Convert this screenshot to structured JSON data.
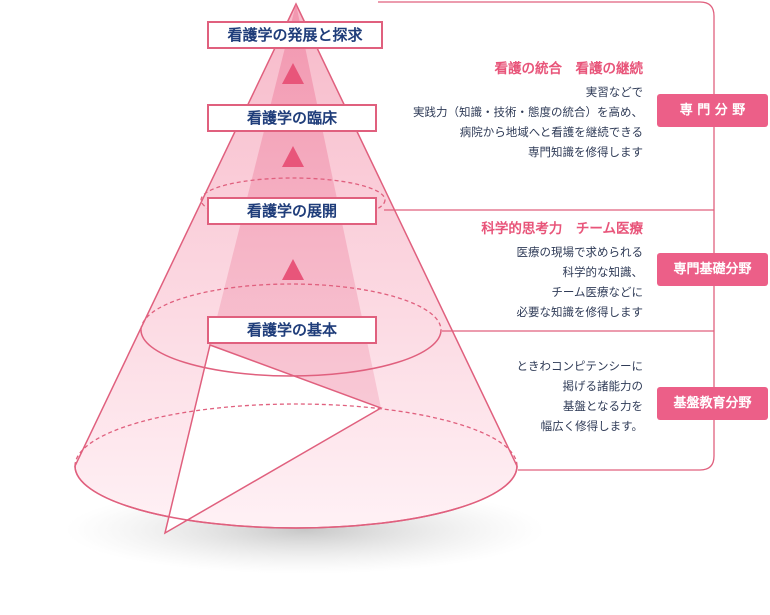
{
  "stages": [
    {
      "label": "看護学の発展と探求"
    },
    {
      "label": "看護学の臨床"
    },
    {
      "label": "看護学の展開"
    },
    {
      "label": "看護学の基本"
    }
  ],
  "descriptions": [
    {
      "heading": "看護の統合　看護の継続",
      "lines": [
        "実習などで",
        "実践力（知識・技術・態度の統合）を高め、",
        "病院から地域へと看護を継続できる",
        "専門知識を修得します"
      ]
    },
    {
      "heading": "科学的思考力　チーム医療",
      "lines": [
        "医療の現場で求められる",
        "科学的な知識、",
        "チーム医療などに",
        "必要な知識を修得します"
      ]
    },
    {
      "heading": "",
      "lines": [
        "ときわコンピテンシーに",
        "掲げる諸能力の",
        "基盤となる力を",
        "幅広く修得します。"
      ]
    }
  ],
  "fields": [
    {
      "label": "専 門 分 野"
    },
    {
      "label": "専門基礎分野"
    },
    {
      "label": "基盤教育分野"
    }
  ],
  "colors": {
    "cone_stroke": "#e0607e",
    "accent": "#e8557a",
    "badge": "#ec5f88",
    "stage_text": "#1f3d7a",
    "arrow": "#e8557a"
  }
}
